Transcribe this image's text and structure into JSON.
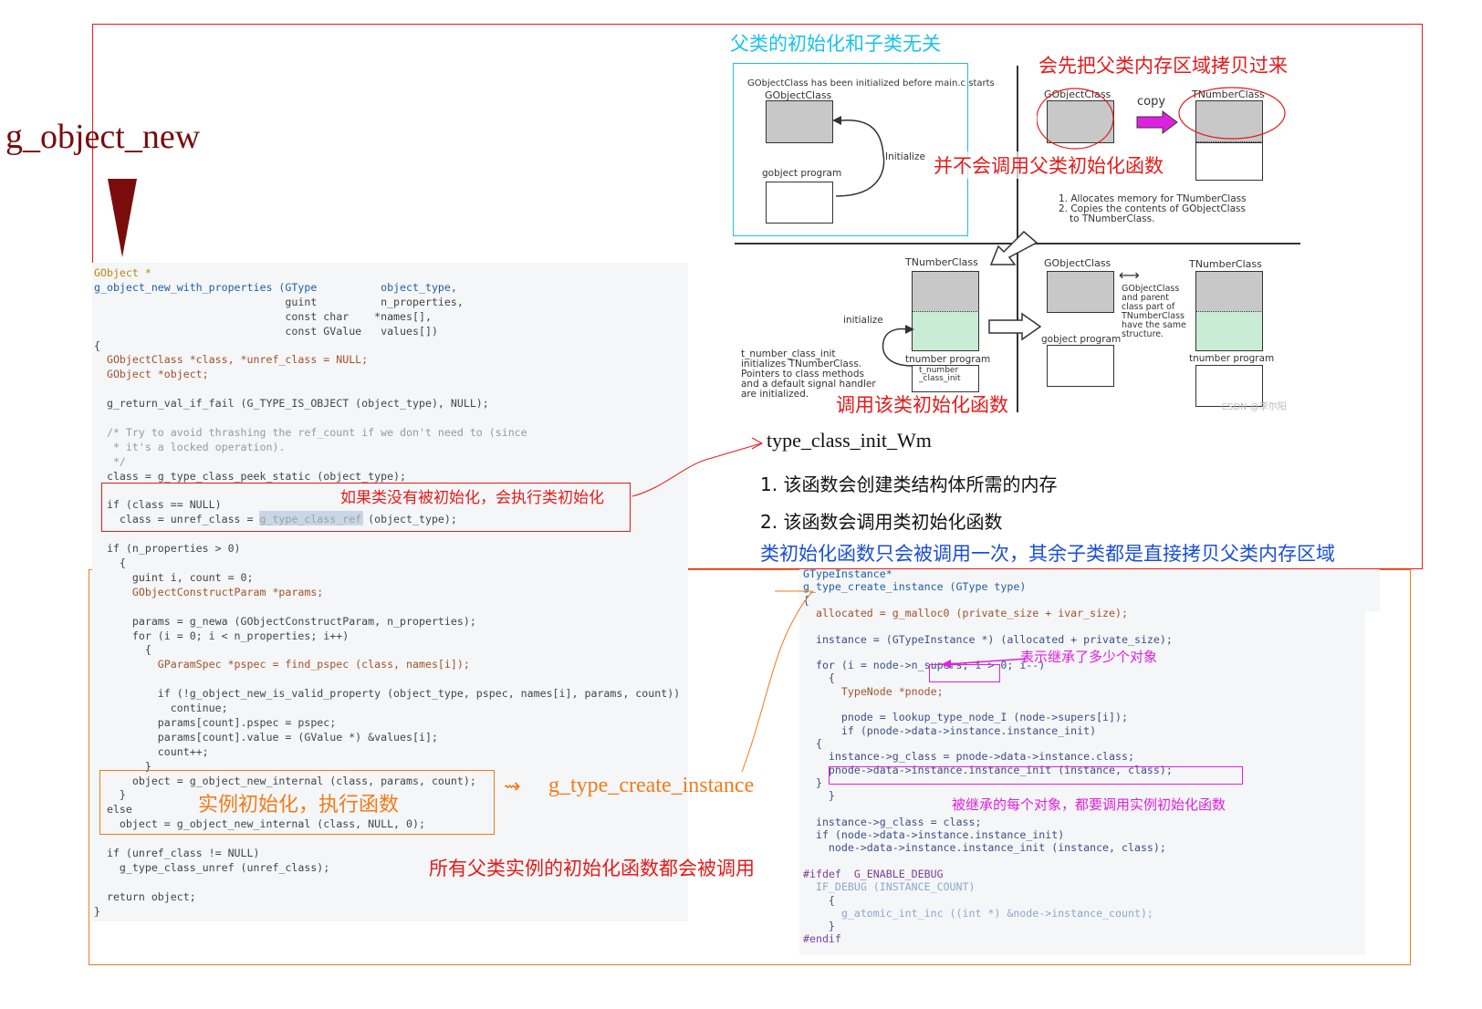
{
  "left_title": "g_object_new",
  "annotations": {
    "top_cyan": "父类的初始化和子类无关",
    "copy_parent": "会先把父类内存区域拷贝过来",
    "no_parent_init": "并不会调用父类初始化函数",
    "call_own_init": "调用该类初始化函数",
    "if_not_init": "如果类没有被初始化，会执行类初始化",
    "instance_init_exec": "实例初始化，执行函数",
    "all_parent_called": "所有父类实例的初始化函数都会被调用",
    "inherit_count": "表示继承了多少个对象",
    "each_inherited": "被继承的每个对象，都要调用实例初始化函数",
    "type_class_init_wm": "type_class_init_Wm",
    "point1": "1.  该函数会创建类结构体所需的内存",
    "point2": "2.  该函数会调用类初始化函数",
    "class_init_once": "类初始化函数只会被调用一次，其余子类都是直接拷贝父类内存区域",
    "g_type_create_instance_label": "g_type_create_instance"
  },
  "diagram": {
    "top_left_caption": "GObjectClass has been initialized before main.c starts",
    "gobjectclass": "GObjectClass",
    "tnumberclass": "TNumberClass",
    "gobject_program": "gobject program",
    "initialize": "Initialize",
    "initialize_lower": "initialize",
    "copy": "copy",
    "step1": "1. Allocates memory for TNumberClass",
    "step2": "2. Copies the contents of GObjectClass",
    "step2b": "to TNumberClass.",
    "tnumber_program": "tnumber program",
    "t_number_class_init_box1": "t_number",
    "t_number_class_init_box2": "_class_init",
    "t_number_class_init_desc1": "t_number_class_init",
    "t_number_class_init_desc2": "initializes TNumberClass.",
    "t_number_class_init_desc3": "Pointers to class methods",
    "t_number_class_init_desc4": "and a default signal handler",
    "t_number_class_init_desc5": "are  initialized.",
    "same_struct1": "GObjectClass",
    "same_struct2": "and parent",
    "same_struct3": "class part of",
    "same_struct4": "TNumberClass",
    "same_struct5": "have the same",
    "same_struct6": "structure.",
    "watermark": "CSDN @李尔阳"
  },
  "code_left": [
    "GObject *",
    "g_object_new_with_properties (GType          object_type,",
    "                              guint          n_properties,",
    "                              const char    *names[],",
    "                              const GValue   values[])",
    "{",
    "  GObjectClass *class, *unref_class = NULL;",
    "  GObject *object;",
    "",
    "  g_return_val_if_fail (G_TYPE_IS_OBJECT (object_type), NULL);",
    "",
    "  /* Try to avoid thrashing the ref_count if we don't need to (since",
    "   * it's a locked operation).",
    "   */",
    "  class = g_type_class_peek_static (object_type);",
    "",
    "  if (class == NULL)",
    "    class = unref_class = g_type_class_ref (object_type);",
    "",
    "  if (n_properties > 0)",
    "    {",
    "      guint i, count = 0;",
    "      GObjectConstructParam *params;",
    "",
    "      params = g_newa (GObjectConstructParam, n_properties);",
    "      for (i = 0; i < n_properties; i++)",
    "        {",
    "          GParamSpec *pspec = find_pspec (class, names[i]);",
    "",
    "          if (!g_object_new_is_valid_property (object_type, pspec, names[i], params, count))",
    "            continue;",
    "          params[count].pspec = pspec;",
    "          params[count].value = (GValue *) &values[i];",
    "          count++;",
    "        }",
    "      object = g_object_new_internal (class, params, count);",
    "    }",
    "  else",
    "    object = g_object_new_internal (class, NULL, 0);",
    "",
    "  if (unref_class != NULL)",
    "    g_type_class_unref (unref_class);",
    "",
    "  return object;",
    "}"
  ],
  "code_right": [
    "GTypeInstance*",
    "g_type_create_instance (GType type)",
    "{",
    "  allocated = g_malloc0 (private_size + ivar_size);",
    "",
    "  instance = (GTypeInstance *) (allocated + private_size);",
    "",
    "  for (i = node->n_supers; i > 0; i--)",
    "    {",
    "      TypeNode *pnode;",
    "",
    "      pnode = lookup_type_node_I (node->supers[i]);",
    "      if (pnode->data->instance.instance_init)",
    "  {",
    "    instance->g_class = pnode->data->instance.class;",
    "    pnode->data->instance.instance_init (instance, class);",
    "  }",
    "    }",
    "",
    "  instance->g_class = class;",
    "  if (node->data->instance.instance_init)",
    "    node->data->instance.instance_init (instance, class);",
    "",
    "#ifdef  G_ENABLE_DEBUG",
    "  IF_DEBUG (INSTANCE_COUNT)",
    "    {",
    "      g_atomic_int_inc ((int *) &node->instance_count);",
    "    }",
    "#endif"
  ],
  "colors": {
    "red": "#e31b1b",
    "orange": "#f07c1a",
    "cyan": "#19c3e6",
    "magenta": "#e020e0",
    "blue": "#1a4fd6",
    "darkred": "#7a0c0c"
  }
}
